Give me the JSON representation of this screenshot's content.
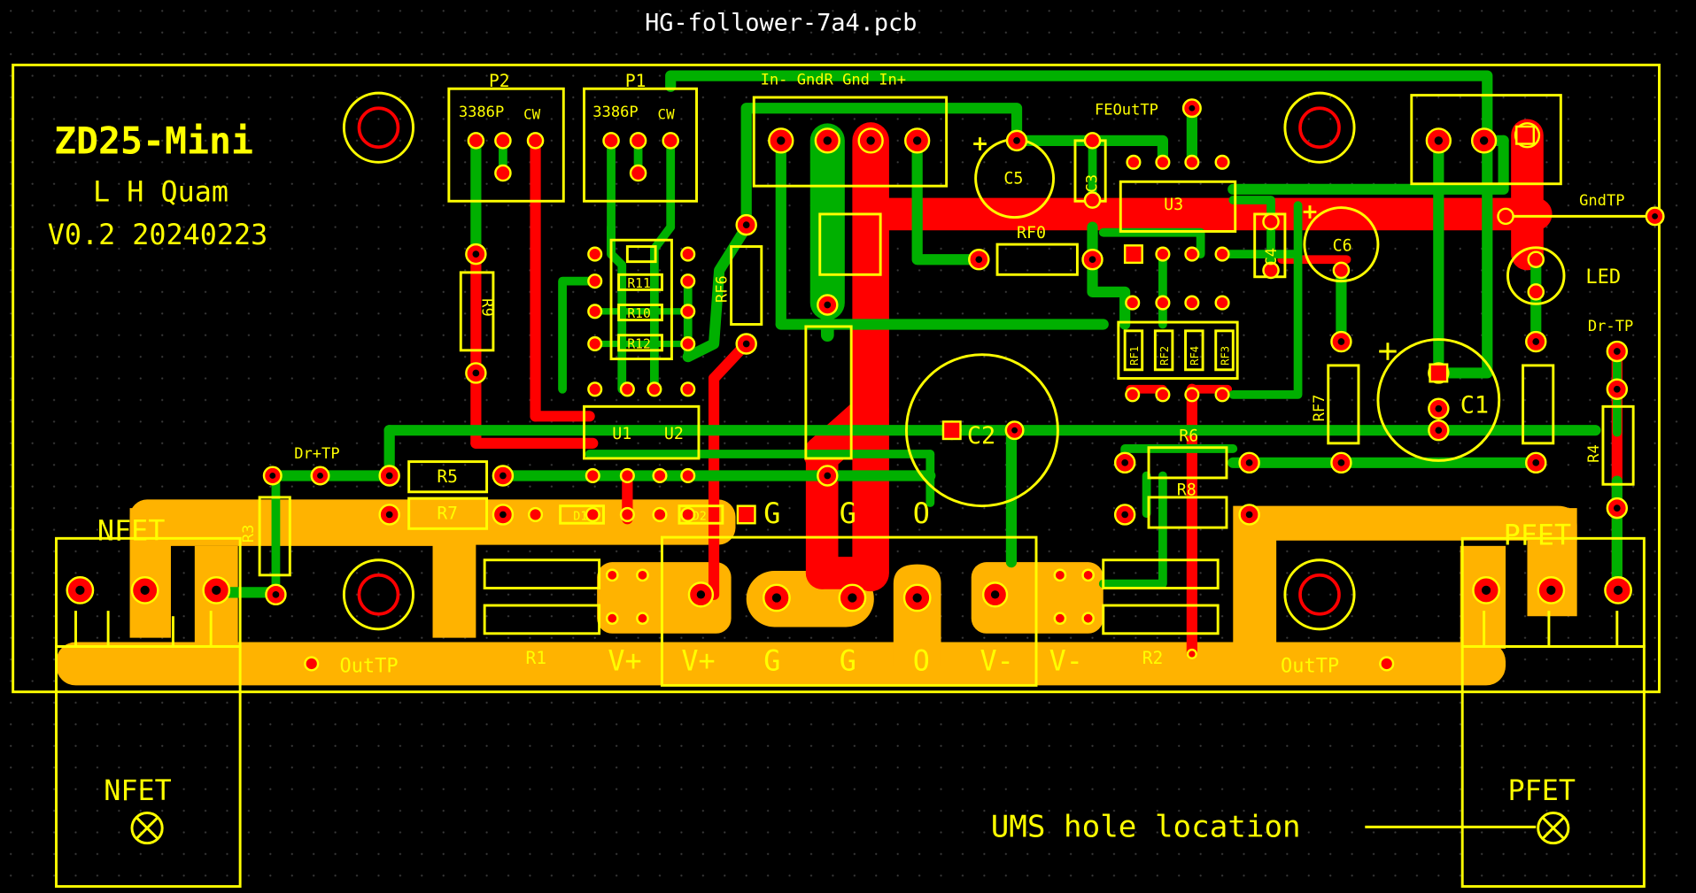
{
  "window": {
    "title": "HG-follower-7a4.pcb"
  },
  "board_text": {
    "name": "ZD25-Mini",
    "author": "L H Quam",
    "version": "V0.2 20240223"
  },
  "components": {
    "p2": "P2",
    "p1": "P1",
    "trim": "3386P",
    "cw": "CW",
    "r9": "R9",
    "rf6": "RF6",
    "r11": "R11",
    "r10": "R10",
    "r12": "R12",
    "u1": "U1",
    "u2": "U2",
    "c5": "C5",
    "c3": "C3",
    "u3": "U3",
    "rf0": "RF0",
    "c4": "C4",
    "c6": "C6",
    "led": "LED",
    "rf1": "RF1",
    "rf2": "RF2",
    "rf4": "RF4",
    "rf3": "RF3",
    "c2": "C2",
    "c1": "C1",
    "rf7": "RF7",
    "r6": "R6",
    "r8": "R8",
    "r4": "R4",
    "r5": "R5",
    "r7": "R7",
    "r3": "R3",
    "d1": "D1",
    "d2": "D2",
    "r1": "R1",
    "r2": "R2",
    "nfet": "NFET",
    "pfet": "PFET"
  },
  "test_points": {
    "fe_out": "FEOutTP",
    "gnd": "GndTP",
    "dr_plus": "Dr+TP",
    "dr_minus": "Dr-TP",
    "out": "OutTP"
  },
  "connectors": {
    "input_header": "In- GndR Gnd In+",
    "power": [
      "V+",
      "V+",
      "G",
      "G",
      "O",
      "V-",
      "V-"
    ],
    "upper_g1": "G",
    "upper_g2": "G",
    "upper_o": "O"
  },
  "mechanical": {
    "heatsink_left": "NFET",
    "heatsink_right": "PFET",
    "ums_label": "UMS hole location"
  },
  "colors": {
    "background": "#000000",
    "silkscreen": "#ffff00",
    "top_copper": "#ff0000",
    "bottom_copper": "#00b000",
    "power_copper": "#ffb300"
  }
}
